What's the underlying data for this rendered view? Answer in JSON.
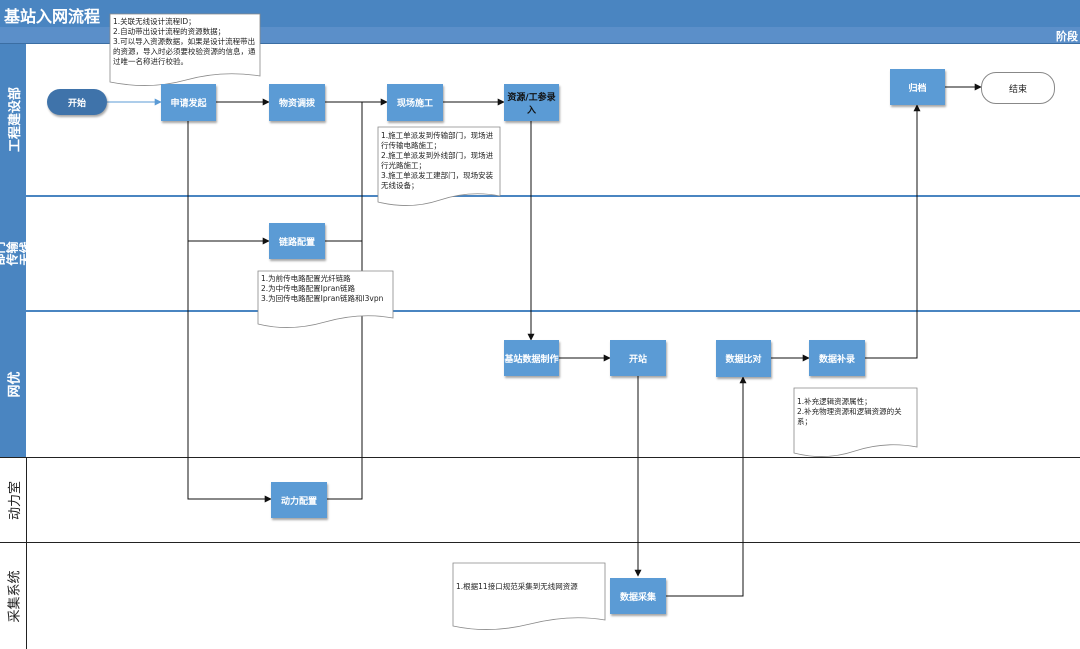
{
  "title": "基站入网流程",
  "phase_label": "阶段",
  "lanes": [
    {
      "label": "工程建设部"
    },
    {
      "label": "外线部门传输无线核心"
    },
    {
      "label": "网优"
    },
    {
      "label": "动力室"
    },
    {
      "label": "采集系统"
    }
  ],
  "nodes": {
    "start": "开始",
    "apply": "申请发起",
    "material": "物资调拨",
    "site_work": "现场施工",
    "resource_entry": "资源/工参录入",
    "archive": "归档",
    "end": "结束",
    "link_config": "链路配置",
    "bs_data": "基站数据制作",
    "open_site": "开站",
    "data_compare": "数据比对",
    "data_supplement": "数据补录",
    "power_config": "动力配置",
    "data_collect": "数据采集"
  },
  "notes": {
    "apply_note": [
      "1.关联无线设计流程ID；",
      "2.自动带出设计流程的资源数据；",
      "3.可以导入资源数据，如果是设计流程带出的资源，导入时必须要校验资源的信息，通过唯一名称进行校验。"
    ],
    "site_note": [
      "1.施工单派发到传输部门，现场进行传输电路施工；",
      "2.施工单派发到外线部门，现场进行光路施工；",
      "3.施工单派发工建部门，现场安装无线设备；"
    ],
    "link_note": [
      "1.为前传电路配置光纤链路",
      "2.为中传电路配置Ipran链路",
      "3.为回传电路配置Ipran链路和l3vpn"
    ],
    "supplement_note": [
      "1.补充逻辑资源属性；",
      "2.补充物理资源和逻辑资源的关系；"
    ],
    "collect_note": [
      "1.根据11接口规范采集到无线网资源"
    ]
  },
  "colors": {
    "lane_blue": "#4a85c1",
    "box_blue": "#5b9bd5",
    "start_blue": "#3f73aa",
    "arrow_blue": "#5b9bd5",
    "line_dark": "#111111"
  }
}
